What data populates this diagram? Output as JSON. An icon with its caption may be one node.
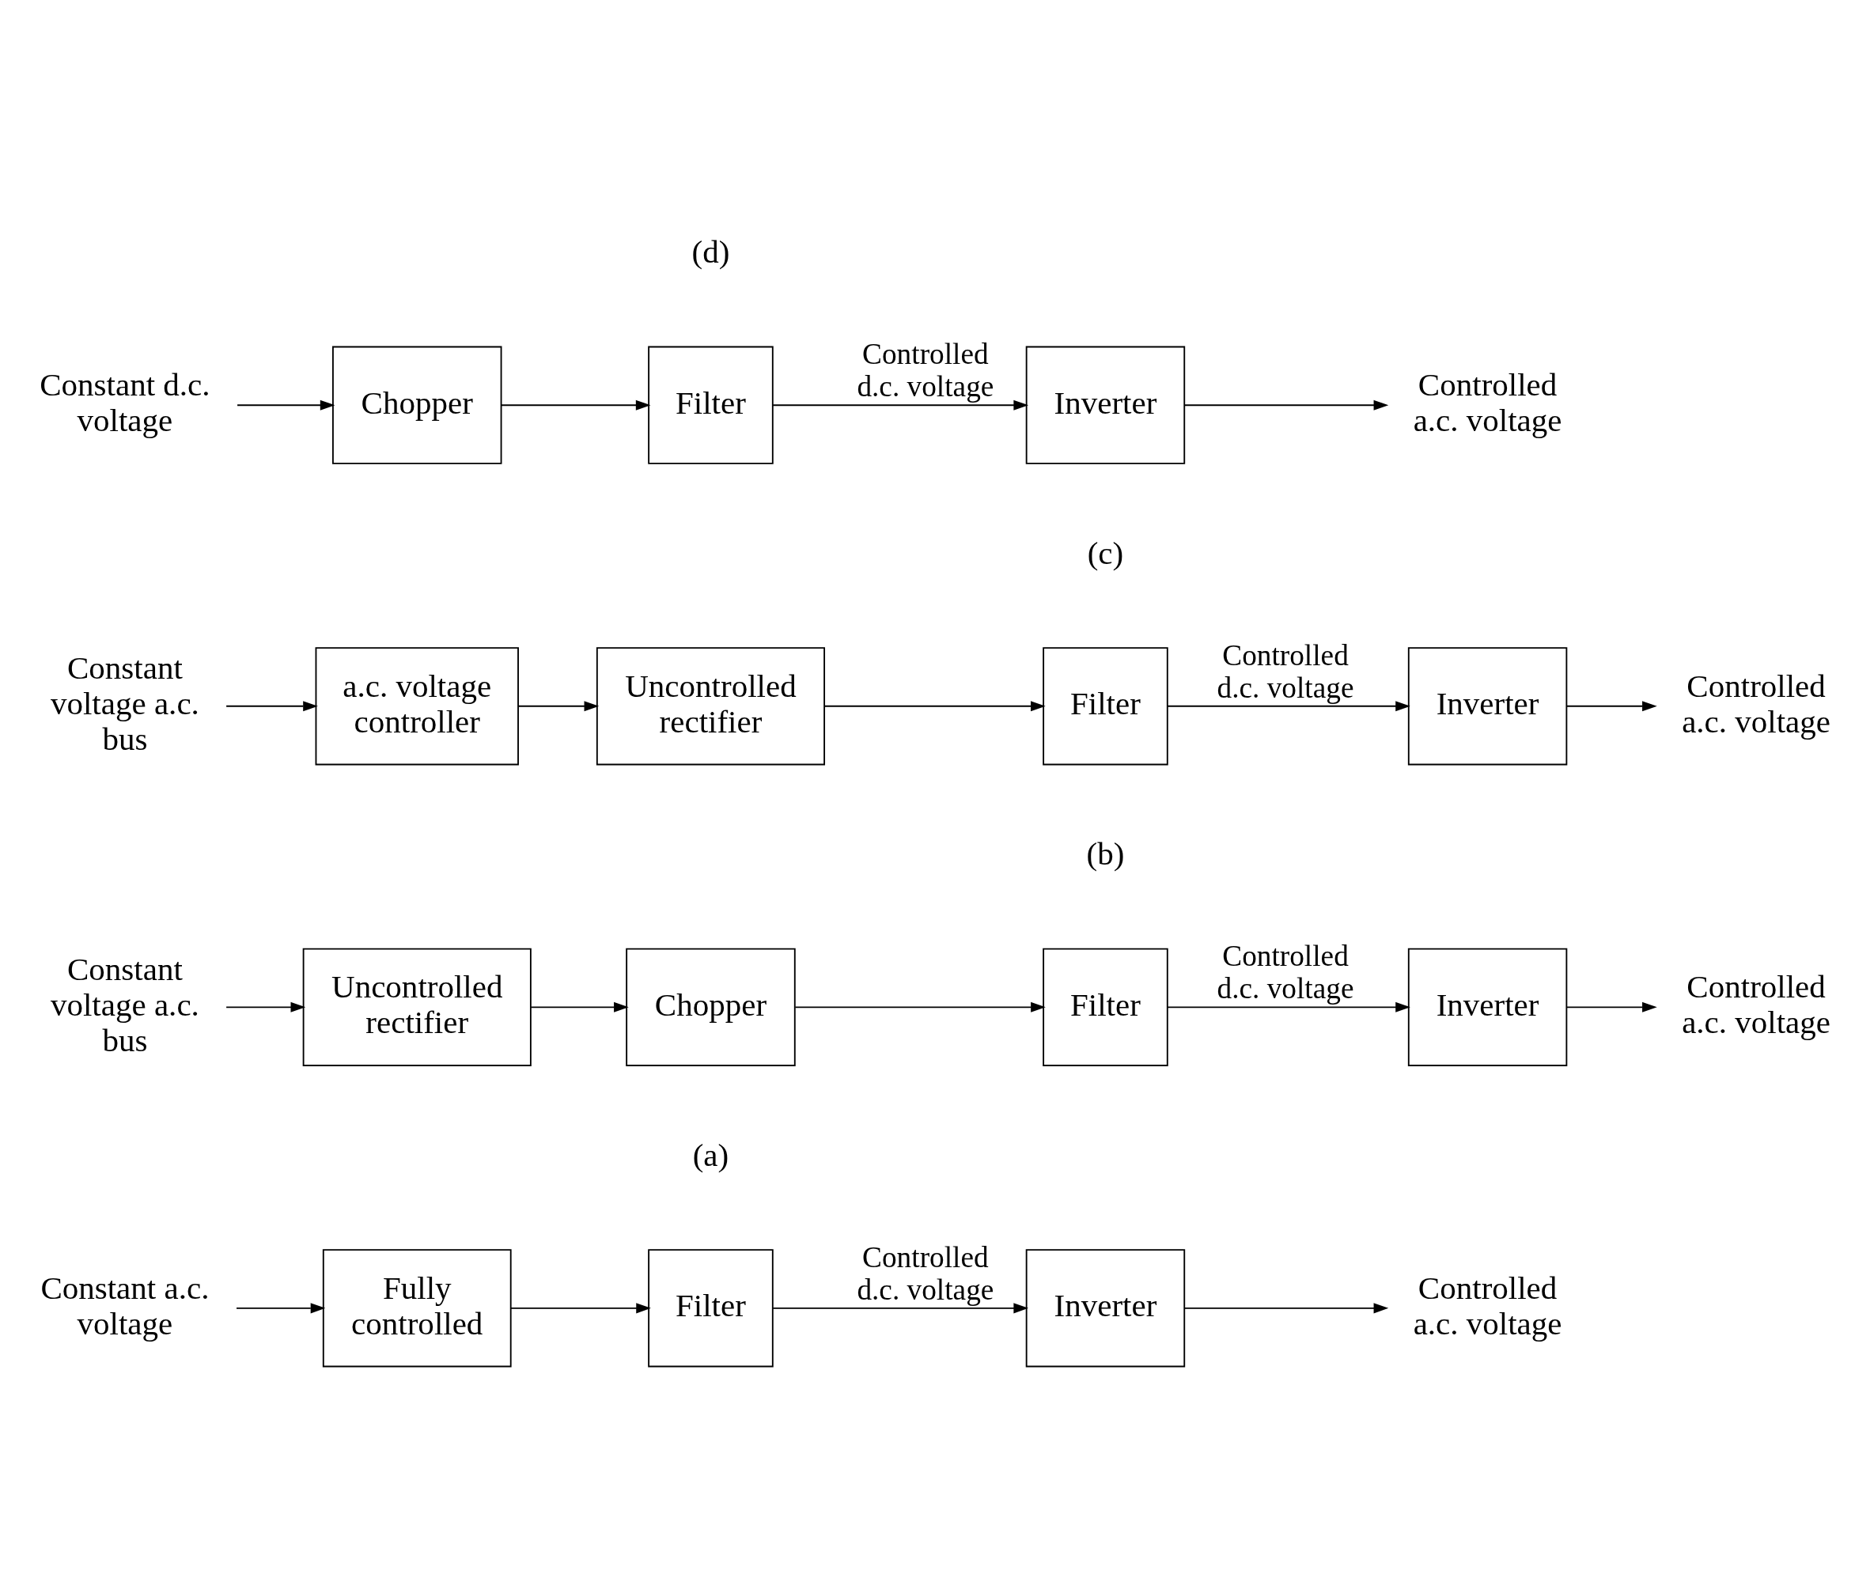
{
  "diagram": {
    "nodes": [
      {
        "text": [
          "Constant a.c. voltage"
        ]
      },
      {
        "text": [
          "Fully controlled"
        ]
      },
      {
        "text": [
          "Filter"
        ]
      },
      {
        "text": [
          "Inverter"
        ]
      },
      {
        "text": [
          "Controlled a.c. voltage"
        ]
      },
      {
        "text": [
          "Constant voltage a.c. bus"
        ]
      },
      {
        "text": [
          "Uncontrolled rectifier"
        ]
      },
      {
        "text": [
          "Chopper"
        ]
      },
      {
        "text": [
          "Filter"
        ]
      },
      {
        "text": [
          "Inverter"
        ]
      },
      {
        "text": [
          "Controlled a.c. voltage"
        ]
      },
      {
        "text": [
          "Constant voltage a.c. bus"
        ]
      },
      {
        "text": [
          "a.c. voltage controller"
        ]
      },
      {
        "text": [
          "Uncontrolled rectifier"
        ]
      },
      {
        "text": [
          "Filter"
        ]
      },
      {
        "text": [
          "Inverter"
        ]
      },
      {
        "text": [
          "Controlled a.c. voltage"
        ]
      },
      {
        "text": [
          "Constant d.c. voltage"
        ]
      },
      {
        "text": [
          "Chopper"
        ]
      },
      {
        "text": [
          "Filter"
        ]
      },
      {
        "text": [
          "Inverter"
        ]
      },
      {
        "text": [
          "Controlled a.c. voltage"
        ]
      }
    ],
    "edges": [
      {
        "from": 0,
        "to": 1,
        "arrow": "to"
      },
      {
        "from": 1,
        "to": 2,
        "arrow": "to"
      },
      {
        "from": 2,
        "to": 3,
        "arrow": "to",
        "label": "Controlled d.c. voltage"
      },
      {
        "from": 3,
        "to": 4,
        "arrow": "to"
      },
      {
        "from": 5,
        "to": 6,
        "arrow": "to"
      },
      {
        "from": 6,
        "to": 7,
        "arrow": "to"
      },
      {
        "from": 7,
        "to": 8,
        "arrow": "to"
      },
      {
        "from": 8,
        "to": 9,
        "arrow": "to",
        "label": "Controlled d.c. voltage"
      },
      {
        "from": 9,
        "to": 10,
        "arrow": "to"
      },
      {
        "from": 11,
        "to": 12,
        "arrow": "to"
      },
      {
        "from": 12,
        "to": 13,
        "arrow": "to"
      },
      {
        "from": 13,
        "to": 14,
        "arrow": "to"
      },
      {
        "from": 14,
        "to": 15,
        "arrow": "to",
        "label": "Controlled d.c. voltage"
      },
      {
        "from": 15,
        "to": 16,
        "arrow": "to"
      },
      {
        "from": 17,
        "to": 18,
        "arrow": "to"
      },
      {
        "from": 18,
        "to": 19,
        "arrow": "to"
      },
      {
        "from": 19,
        "to": 20,
        "arrow": "to",
        "label": "Controlled d.c. voltage"
      },
      {
        "from": 20,
        "to": 21,
        "arrow": "to"
      }
    ],
    "labels": [
      "(a)",
      "(b)",
      "(c)",
      "(d)"
    ]
  }
}
